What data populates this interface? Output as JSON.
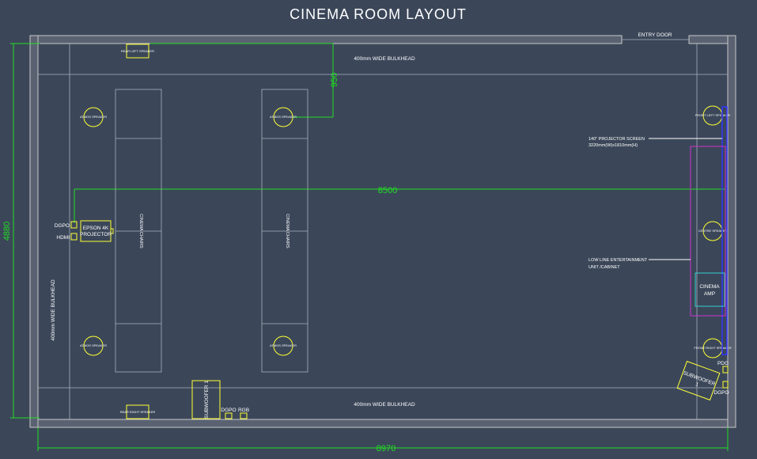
{
  "title": "CINEMA ROOM LAYOUT",
  "entry_door": "ENTRY DOOR",
  "bulkhead_top": "400mm WIDE BULKHEAD",
  "bulkhead_bottom": "400mm WIDE BULKHEAD",
  "bulkhead_left": "400mm WIDE BULKHEAD",
  "dimensions": {
    "height": "4880",
    "width_total": "8970",
    "projection_distance": "8500",
    "speaker_offset": "950"
  },
  "speakers": {
    "rear_left": "REAR LEFT SPEAKER",
    "rear_right": "REAR RIGHT SPEAKER",
    "front_left": "FRONT LEFT SPEAKER",
    "front_right": "FRONT RIGHT SPEAKER",
    "centre": "CENTRE SPEAKER",
    "atmos": "ATMOS SPEAKER"
  },
  "seating": {
    "row1": "CINEMA CHAIRS",
    "row2": "CINEMA CHAIRS"
  },
  "projector": {
    "label_line1": "EPSON 4K",
    "label_line2": "PROJECTOR",
    "outlet1": "DGPO",
    "outlet2": "HDMI"
  },
  "screen": {
    "line1": "140\" PROJECTOR SCREEN",
    "line2": "3220mm(W)x1810mm(H)"
  },
  "cabinet": {
    "line1": "LOW LINE ENTERTAINMENT",
    "line2": "UNIT /CABINET"
  },
  "amp": {
    "line1": "CINEMA",
    "line2": "AMP"
  },
  "subwoofer1": {
    "label": "SUBWOOFER 1",
    "outlet1": "DGPO",
    "outlet2": "RGB"
  },
  "subwoofer2": {
    "label_line1": "SUBWOOFER",
    "label_line2": "1",
    "outlet1": "PDG",
    "outlet2": "DGPO"
  },
  "colors": {
    "background": "#3b4759",
    "dimension": "#22dd22",
    "device": "#ffff33",
    "screen": "#3333ff",
    "cabinet": "#cc33cc",
    "amp": "#33cccc"
  }
}
